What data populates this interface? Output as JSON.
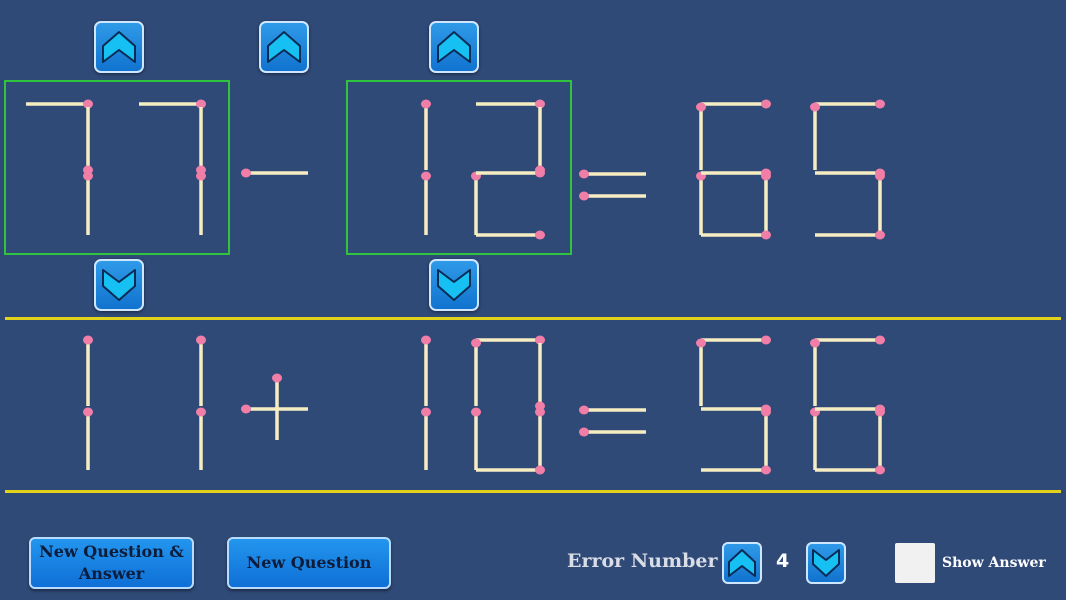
{
  "question": {
    "left": "77",
    "operator": "-",
    "right": "12",
    "result": "65"
  },
  "answer": {
    "left": "11",
    "operator": "+",
    "right": "10",
    "result": "56"
  },
  "controls": {
    "new_question_answer_line1": "New Question &",
    "new_question_answer_line2": "Answer",
    "new_question_label": "New Question",
    "error_number_label": "Error Number",
    "error_number_value": "4",
    "show_answer_label": "Show Answer",
    "show_answer_checked": false
  },
  "colors": {
    "background": "#304a78",
    "match_stick": "#f6edc2",
    "match_head": "#f07ea7",
    "selection_box": "#2fc33e",
    "divider": "#e3d21c",
    "button": "#1a84e2"
  },
  "icons": [
    "chevron-up-icon",
    "chevron-down-icon"
  ]
}
